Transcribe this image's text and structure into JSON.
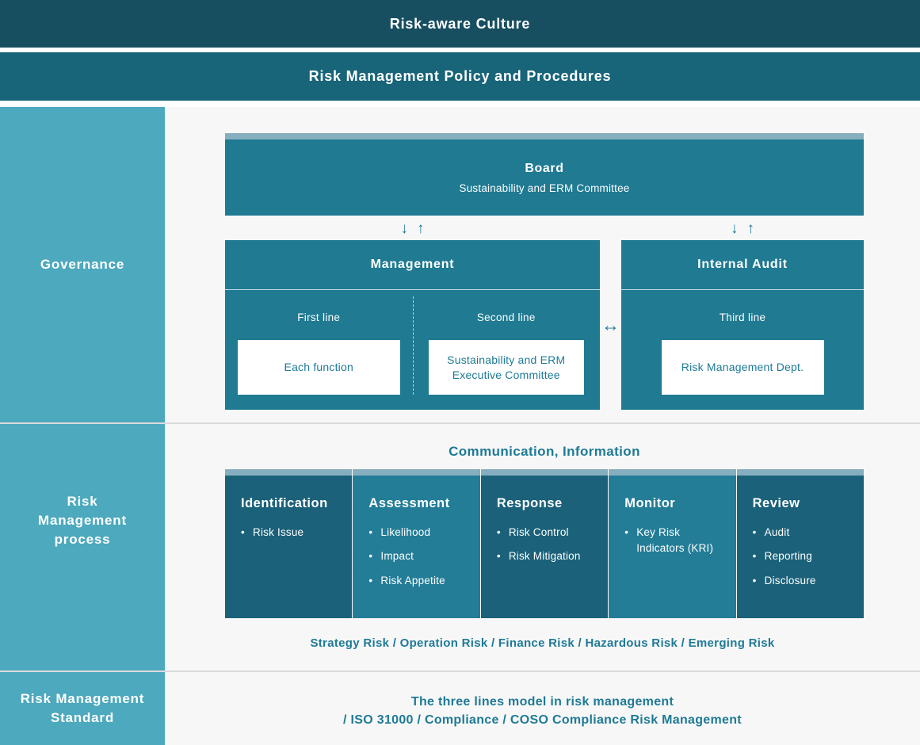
{
  "banners": {
    "culture": "Risk-aware Culture",
    "policy": "Risk Management Policy and Procedures"
  },
  "sidebar": {
    "governance": "Governance",
    "process": "Risk Management process",
    "standard": "Risk Management Standard"
  },
  "governance": {
    "board": {
      "title": "Board",
      "subtitle": "Sustainability and ERM Committee"
    },
    "management": {
      "title": "Management",
      "first_line_label": "First line",
      "first_line_box": "Each function",
      "second_line_label": "Second line",
      "second_line_box": "Sustainability and ERM Executive Committee"
    },
    "internal_audit": {
      "title": "Internal Audit",
      "third_line_label": "Third line",
      "third_line_box": "Risk Management Dept."
    },
    "icons": {
      "down_arrow": "↓",
      "up_arrow": "↑",
      "double_arrow": "↔"
    }
  },
  "process": {
    "communication": "Communication, Information",
    "columns": [
      {
        "title": "Identification",
        "items": {
          "0": "Risk Issue"
        }
      },
      {
        "title": "Assessment",
        "items": {
          "0": "Likelihood",
          "1": "Impact",
          "2": "Risk Appetite"
        }
      },
      {
        "title": "Response",
        "items": {
          "0": "Risk Control",
          "1": "Risk Mitigation"
        }
      },
      {
        "title": "Monitor",
        "items": {
          "0": "Key Risk Indicators (KRI)"
        }
      },
      {
        "title": "Review",
        "items": {
          "0": "Audit",
          "1": "Reporting",
          "2": "Disclosure"
        }
      }
    ],
    "risk_types": "Strategy Risk / Operation Risk / Finance Risk / Hazardous Risk / Emerging Risk"
  },
  "standard": {
    "line1": "The three lines model in risk management",
    "line2": "/ ISO 31000 / Compliance / COSO Compliance Risk Management"
  },
  "colors": {
    "banner_culture_bg": "#174f61",
    "banner_policy_bg": "#186479",
    "sidebar_bg": "#4da9bd",
    "box_teal": "#1f7a92",
    "column_dark": "#1b6179",
    "column_light": "#237d97",
    "strip_blue": "#85afbe",
    "accent_teal_text": "#1e7a96",
    "main_bg": "#f7f7f7"
  }
}
